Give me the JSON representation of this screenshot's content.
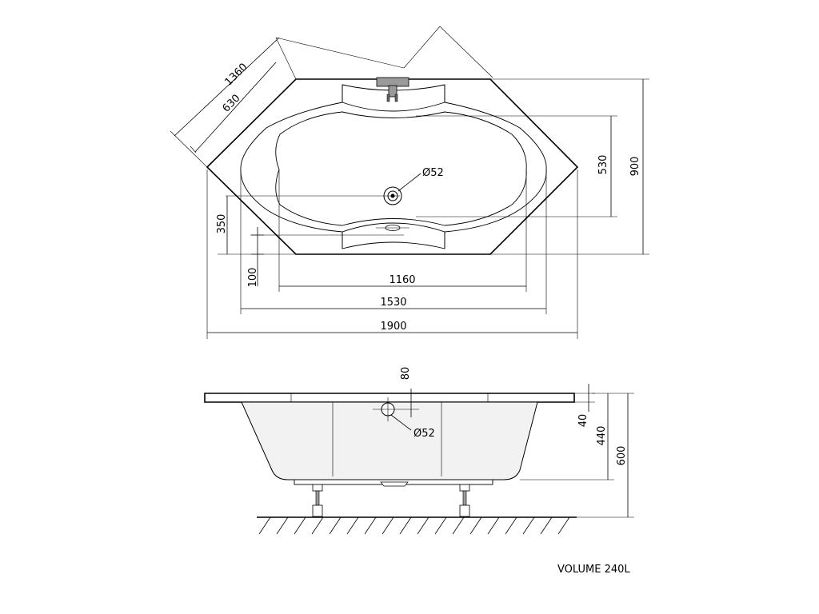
{
  "top_view": {
    "dim_diagonal_outer": "1360",
    "dim_diagonal_inner": "630",
    "dim_width_900": "900",
    "dim_inner_530": "530",
    "dim_drain_350": "350",
    "dim_drain_100": "100",
    "dim_len_1160": "1160",
    "dim_len_1530": "1530",
    "dim_len_1900": "1900",
    "drain_diameter": "Ø52"
  },
  "side_view": {
    "dim_80": "80",
    "dim_40": "40",
    "dim_440": "440",
    "dim_600": "600",
    "overflow_diameter": "Ø52"
  },
  "volume_label": "VOLUME 240L"
}
